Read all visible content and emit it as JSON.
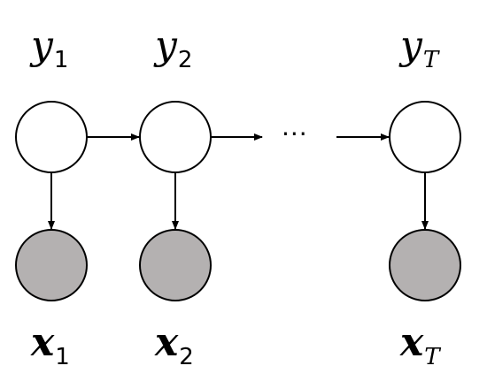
{
  "hidden_nodes": [
    {
      "main": "y",
      "sub": "1"
    },
    {
      "main": "y",
      "sub": "2"
    },
    {
      "main": "y",
      "sub": "T"
    }
  ],
  "observed_nodes": [
    {
      "main": "x",
      "sub": "1"
    },
    {
      "main": "x",
      "sub": "2"
    },
    {
      "main": "x",
      "sub": "T"
    }
  ],
  "ellipsis": "···",
  "colors": {
    "hidden_fill": "#ffffff",
    "observed_fill": "#b4b1b1",
    "stroke": "#000000"
  }
}
